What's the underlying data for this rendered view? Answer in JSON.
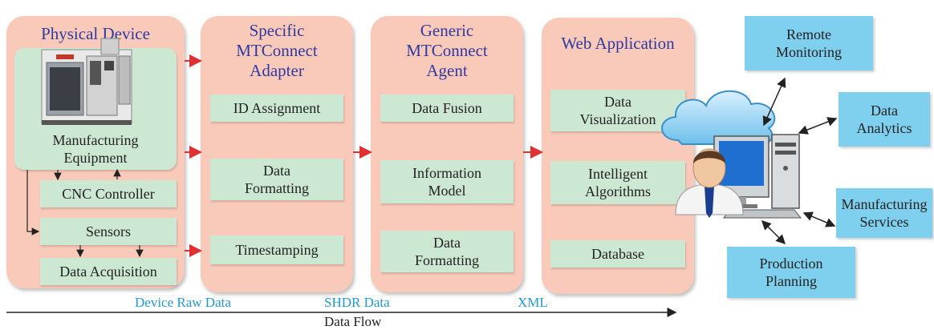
{
  "panels": {
    "physical": {
      "title": "Physical Device",
      "equipment": "Manufacturing Equipment",
      "cnc": "CNC Controller",
      "sensors": "Sensors",
      "acquisition": "Data Acquisition"
    },
    "adapter": {
      "title": "Specific MTConnect Adapter",
      "items": [
        "ID Assignment",
        "Data Formatting",
        "Timestamping"
      ]
    },
    "agent": {
      "title": "Generic MTConnect Agent",
      "items": [
        "Data Fusion",
        "Information Model",
        "Data Formatting"
      ]
    },
    "webapp": {
      "title": "Web Application",
      "items": [
        "Data Visualization",
        "Intelligent Algorithms",
        "Database"
      ]
    }
  },
  "services": {
    "remote": "Remote Monitoring",
    "analytics": "Data Analytics",
    "manufacturing": "Manufacturing Services",
    "production": "Production Planning"
  },
  "flow": {
    "raw": "Device Raw Data",
    "shdr": "SHDR Data",
    "xml": "XML",
    "caption": "Data Flow"
  },
  "colors": {
    "panel": "#f9c9b9",
    "inner_box": "#cde8d2",
    "service_box": "#7fd0ee",
    "title": "#2f3aa0",
    "flow_label": "#1f9ad6",
    "arrow": "#e03030"
  }
}
